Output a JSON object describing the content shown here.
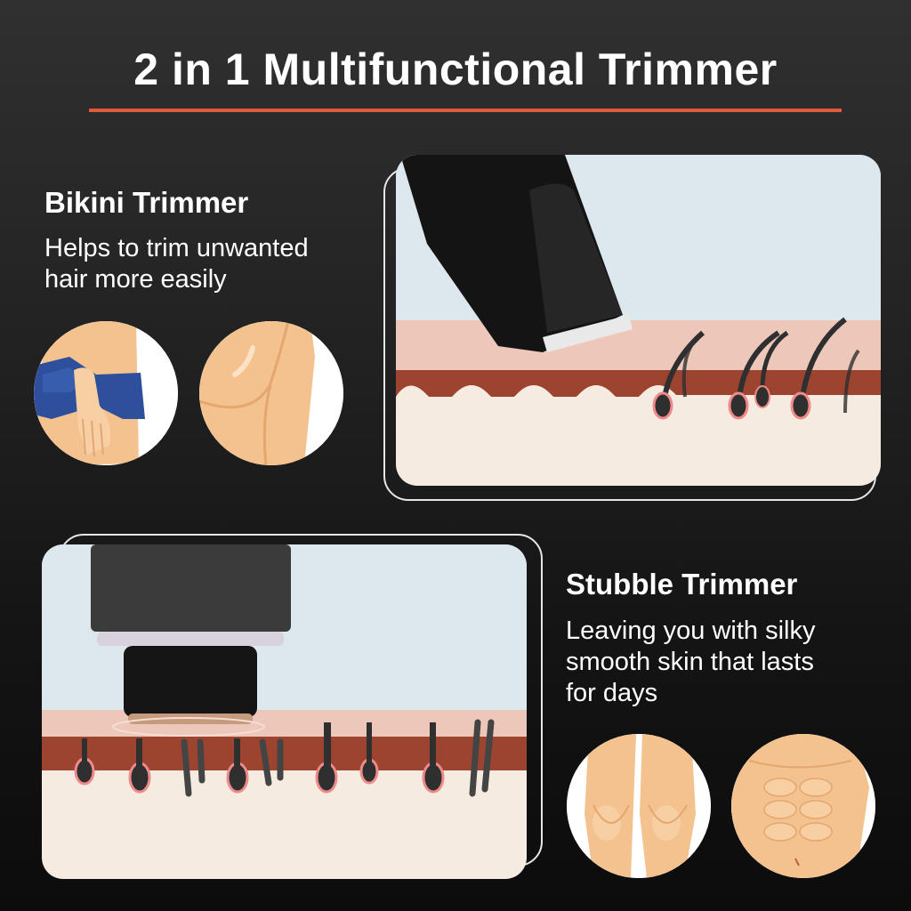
{
  "header": {
    "title": "2 in 1 Multifunctional Trimmer",
    "underline_color": "#e0593a"
  },
  "features": [
    {
      "title": "Bikini Trimmer",
      "description_lines": [
        "Helps to trim unwanted",
        "hair more easily"
      ],
      "illustration": "bikini-trimmer-skin-cross-section",
      "body_areas": [
        "bikini-area",
        "underarm"
      ]
    },
    {
      "title": "Stubble Trimmer",
      "description_lines": [
        "Leaving you with silky",
        "smooth skin that lasts",
        "for days"
      ],
      "illustration": "stubble-trimmer-skin-cross-section",
      "body_areas": [
        "knees-legs",
        "abdomen"
      ]
    }
  ],
  "colors": {
    "sky": "#dce7ee",
    "epidermis": "#eec7bb",
    "dermis": "#9c4430",
    "subcutis": "#f6ebe1",
    "hair": "#2f2f2f",
    "follicle_ring": "#f08a8a",
    "skin_tone": "#f3c28e",
    "briefs": "#2e4f9c"
  }
}
